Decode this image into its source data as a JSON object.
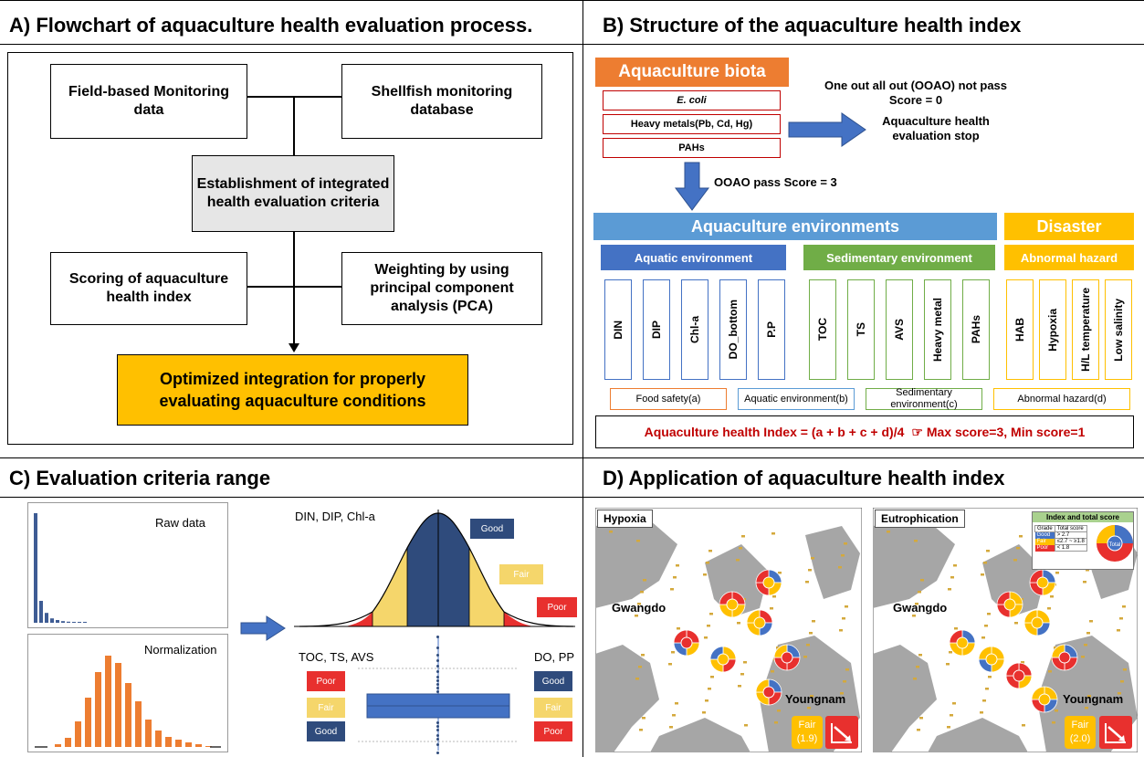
{
  "panels": {
    "a_title": "A) Flowchart of aquaculture health evaluation process.",
    "b_title": "B) Structure of the aquaculture health index",
    "c_title": "C) Evaluation criteria range",
    "d_title": "D) Application of aquaculture health index"
  },
  "flowchart": {
    "field_data": "Field-based Monitoring data",
    "shellfish_db": "Shellfish monitoring database",
    "establishment": "Establishment of integrated health evaluation criteria",
    "scoring": "Scoring of aquaculture health index",
    "weighting": "Weighting by using principal component analysis (PCA)",
    "optimized": "Optimized integration for properly evaluating aquaculture conditions",
    "colors": {
      "highlight": "#FFC000",
      "gray_box": "#e6e6e6"
    }
  },
  "structure": {
    "biota_header": "Aquaculture biota",
    "biota_items": [
      "E. coli",
      "Heavy metals(Pb, Cd, Hg)",
      "PAHs"
    ],
    "ooao_fail": "One out all out (OOAO) not pass Score = 0",
    "stop": "Aquaculture health evaluation stop",
    "ooao_pass": "OOAO pass Score = 3",
    "env_header": "Aquaculture environments",
    "disaster_header": "Disaster",
    "aquatic_header": "Aquatic environment",
    "sedimentary_header": "Sedimentary environment",
    "abnormal_header": "Abnormal hazard",
    "aquatic_items": [
      "DIN",
      "DIP",
      "Chl-a",
      "DO_bottom",
      "P.P"
    ],
    "sedimentary_items": [
      "TOC",
      "TS",
      "AVS",
      "Heavy metal",
      "PAHs"
    ],
    "abnormal_items": [
      "HAB",
      "Hypoxia",
      "H/L temperature",
      "Low salinity"
    ],
    "groups": [
      "Food safety(a)",
      "Aquatic environment(b)",
      "Sedimentary environment(c)",
      "Abnormal hazard(d)"
    ],
    "formula": "Aquaculture health Index = (a + b + c + d)/4",
    "formula_note": "☞ Max score=3, Min score=1",
    "colors": {
      "orange": "#ED7D31",
      "blue": "#4472C4",
      "lightblue": "#5B9BD5",
      "green": "#70AD47",
      "gold": "#FFC000",
      "red": "#C00000"
    }
  },
  "criteria": {
    "raw_label": "Raw data",
    "norm_label": "Normalization",
    "raw_values": [
      100,
      20,
      9,
      4,
      2.5,
      1.5,
      1,
      0.7,
      0.5,
      0.4
    ],
    "norm_values": [
      3,
      10,
      28,
      54,
      82,
      100,
      92,
      70,
      50,
      30,
      18,
      11,
      8,
      5,
      3,
      1
    ],
    "curve_label": "DIN, DIP, Chl-a",
    "left_box_label": "TOC, TS, AVS",
    "right_box_label": "DO, PP",
    "good": "Good",
    "fair": "Fair",
    "poor": "Poor",
    "colors": {
      "good": "#2F4B7C",
      "fair": "#F5D66B",
      "poor": "#E8302E",
      "bar_raw": "#3E5C94",
      "bar_norm": "#ED7D31"
    }
  },
  "application": {
    "map1_label": "Hypoxia",
    "map2_label": "Eutrophication",
    "place1": "Gwangdo",
    "place2": "Youngnam",
    "score1": "Fair",
    "score1_val": "(1.9)",
    "score2": "Fair",
    "score2_val": "(2.0)",
    "legend_title": "Index and total score",
    "legend_headers": [
      "Grade",
      "Total score"
    ],
    "legend_rows": [
      [
        "Good",
        "> 2.7"
      ],
      [
        "Fair",
        "≤2.7 ~ ≥1.8"
      ],
      [
        "Poor",
        "< 1.8"
      ]
    ],
    "legend_center": "Total"
  }
}
